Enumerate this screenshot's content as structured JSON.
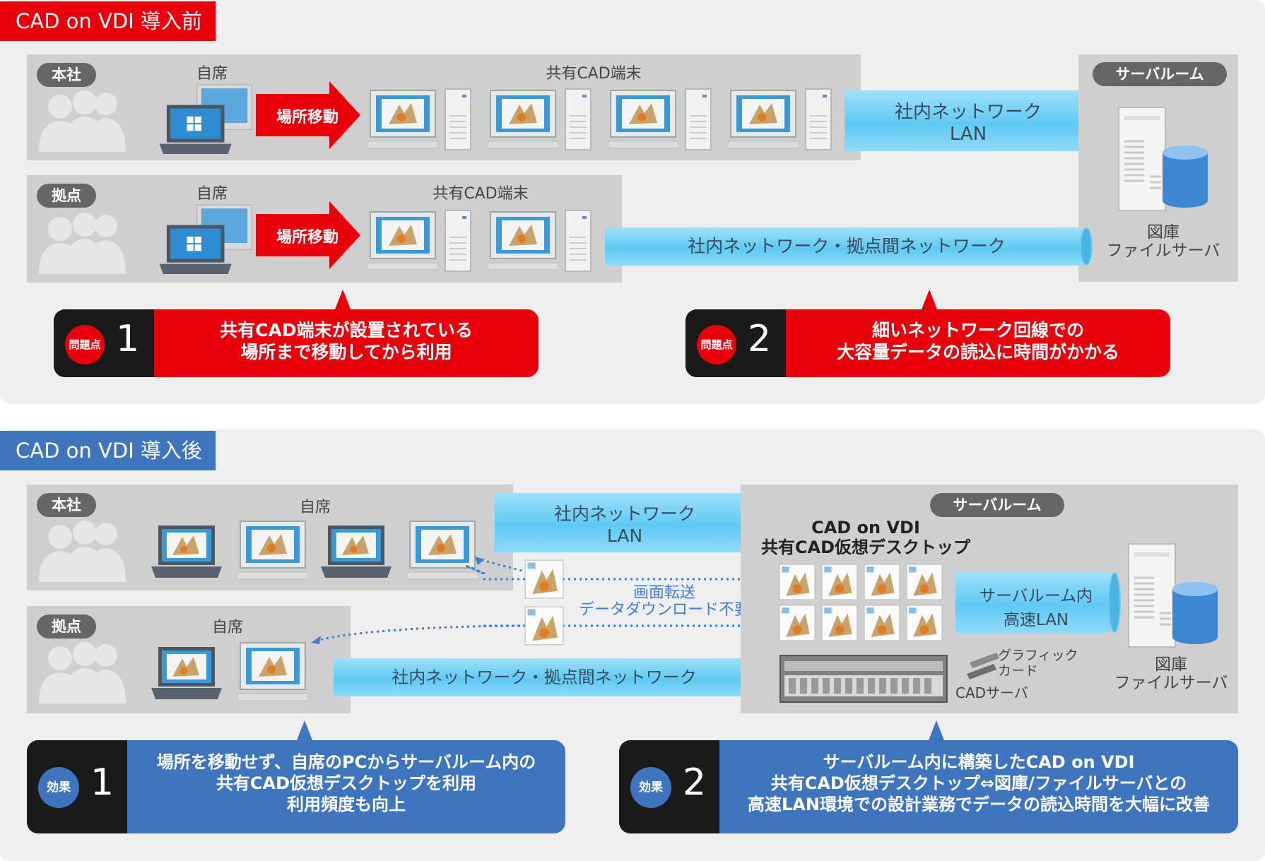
{
  "before": {
    "title": "CAD on VDI 導入前",
    "hq_label": "本社",
    "branch_label": "拠点",
    "own_seat": "自席",
    "shared_cad": "共有CAD端末",
    "move_label": "場所移動",
    "lan_line1": "社内ネットワーク",
    "lan_line2": "LAN",
    "wan": "社内ネットワーク・拠点間ネットワーク",
    "server_room": "サーバルーム",
    "server_line1": "図庫",
    "server_line2": "ファイルサーバ",
    "problem_badge": "問題点",
    "problem1_num": "1",
    "problem1_line1": "共有CAD端末が設置されている",
    "problem1_line2": "場所まで移動してから利用",
    "problem2_num": "2",
    "problem2_line1": "細いネットワーク回線での",
    "problem2_line2": "大容量データの読込に時間がかかる"
  },
  "after": {
    "title": "CAD on VDI 導入後",
    "hq_label": "本社",
    "branch_label": "拠点",
    "own_seat": "自席",
    "lan_line1": "社内ネットワーク",
    "lan_line2": "LAN",
    "wan": "社内ネットワーク・拠点間ネットワーク",
    "server_room": "サーバルーム",
    "vdi_line1": "CAD on VDI",
    "vdi_line2": "共有CAD仮想デスクトップ",
    "transfer_line1": "画面転送",
    "transfer_line2": "データダウンロード不要",
    "highspeed_line1": "サーバルーム内",
    "highspeed_line2": "高速LAN",
    "gpu_line1": "グラフィック",
    "gpu_line2": "カード",
    "cad_server": "CADサーバ",
    "server_line1": "図庫",
    "server_line2": "ファイルサーバ",
    "effect_badge": "効果",
    "effect1_num": "1",
    "effect1_line1": "場所を移動せず、自席のPCからサーバルーム内の",
    "effect1_line2": "共有CAD仮想デスクトップを利用",
    "effect1_line3": "利用頻度も向上",
    "effect2_num": "2",
    "effect2_line1": "サーバルーム内に構築したCAD on VDI",
    "effect2_line2": "共有CAD仮想デスクトップ⇔図庫/ファイルサーバとの",
    "effect2_line3": "高速LAN環境での設計業務でデータの読込時間を大幅に改善"
  },
  "colors": {
    "red": "#e8000b",
    "blue": "#3f74bf",
    "black": "#1a1a1a",
    "tube": "#5fc9f3",
    "gray_box": "#cfcfcf",
    "panel": "#efefef"
  }
}
